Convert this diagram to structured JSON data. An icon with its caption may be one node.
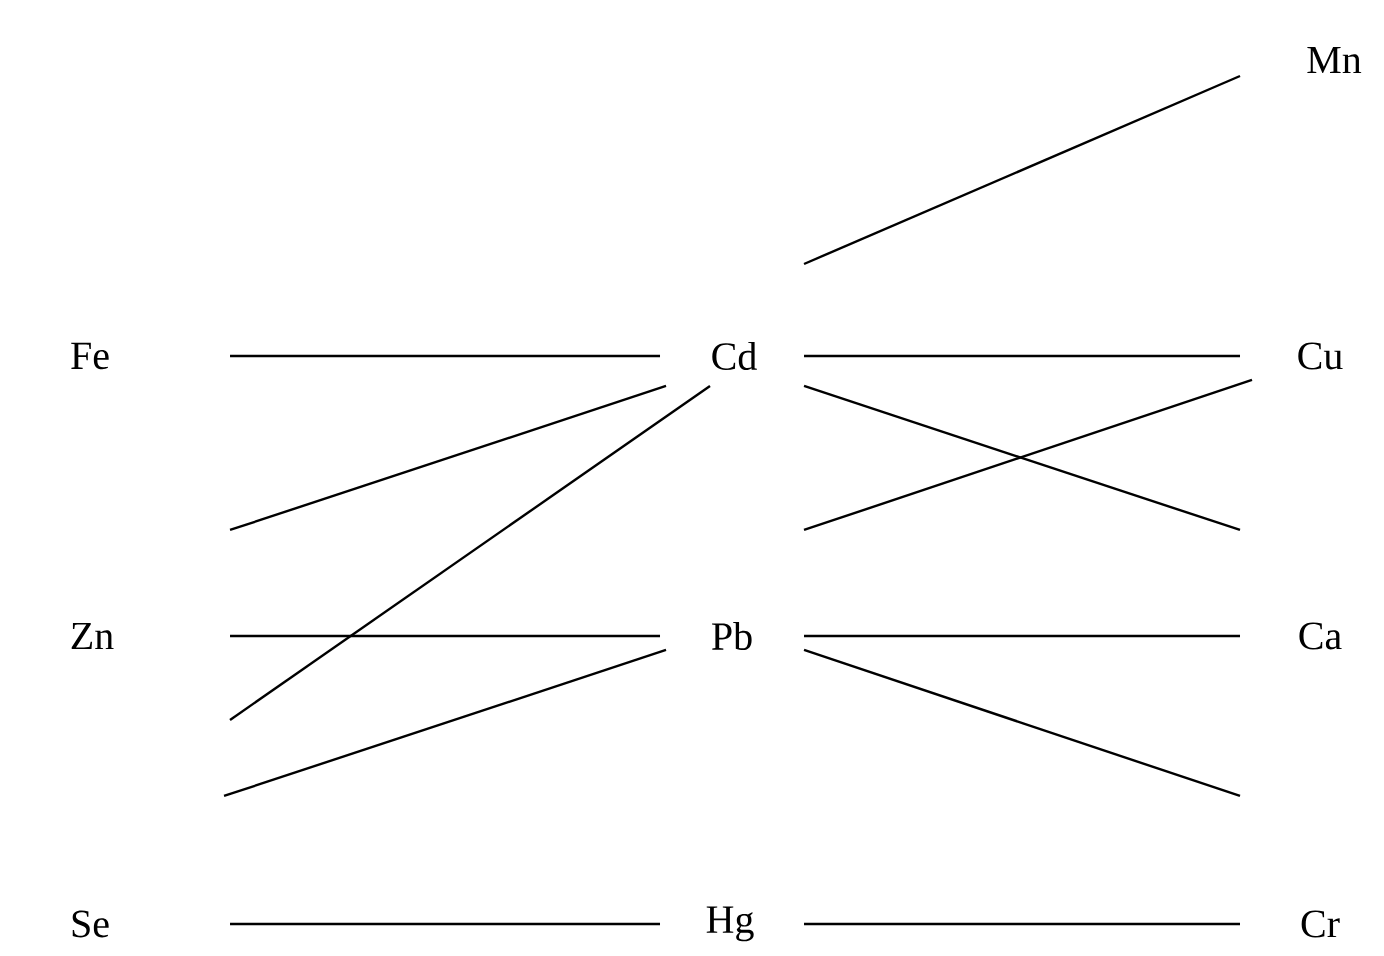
{
  "diagram": {
    "nodes": [
      {
        "text": [
          "Mn"
        ]
      },
      {
        "text": [
          "Fe"
        ]
      },
      {
        "text": [
          "Cd"
        ]
      },
      {
        "text": [
          "Cu"
        ]
      },
      {
        "text": [
          "Zn"
        ]
      },
      {
        "text": [
          "Pb"
        ]
      },
      {
        "text": [
          "Ca"
        ]
      },
      {
        "text": [
          "Se"
        ]
      },
      {
        "text": [
          "Hg"
        ]
      },
      {
        "text": [
          "Cr"
        ]
      }
    ],
    "edges": [
      {
        "from": 1,
        "to": 2,
        "arrow": "none"
      },
      {
        "from": null,
        "to": 2,
        "arrow": "none"
      },
      {
        "from": null,
        "to": 2,
        "arrow": "none"
      },
      {
        "from": 4,
        "to": 5,
        "arrow": "none"
      },
      {
        "from": null,
        "to": 5,
        "arrow": "none"
      },
      {
        "from": 7,
        "to": 8,
        "arrow": "none"
      },
      {
        "from": 2,
        "to": 0,
        "arrow": "none"
      },
      {
        "from": 2,
        "to": 3,
        "arrow": "none"
      },
      {
        "from": 2,
        "to": null,
        "arrow": "none"
      },
      {
        "from": null,
        "to": 3,
        "arrow": "none"
      },
      {
        "from": 5,
        "to": 6,
        "arrow": "none"
      },
      {
        "from": 5,
        "to": null,
        "arrow": "none"
      },
      {
        "from": 8,
        "to": 9,
        "arrow": "none"
      }
    ]
  }
}
